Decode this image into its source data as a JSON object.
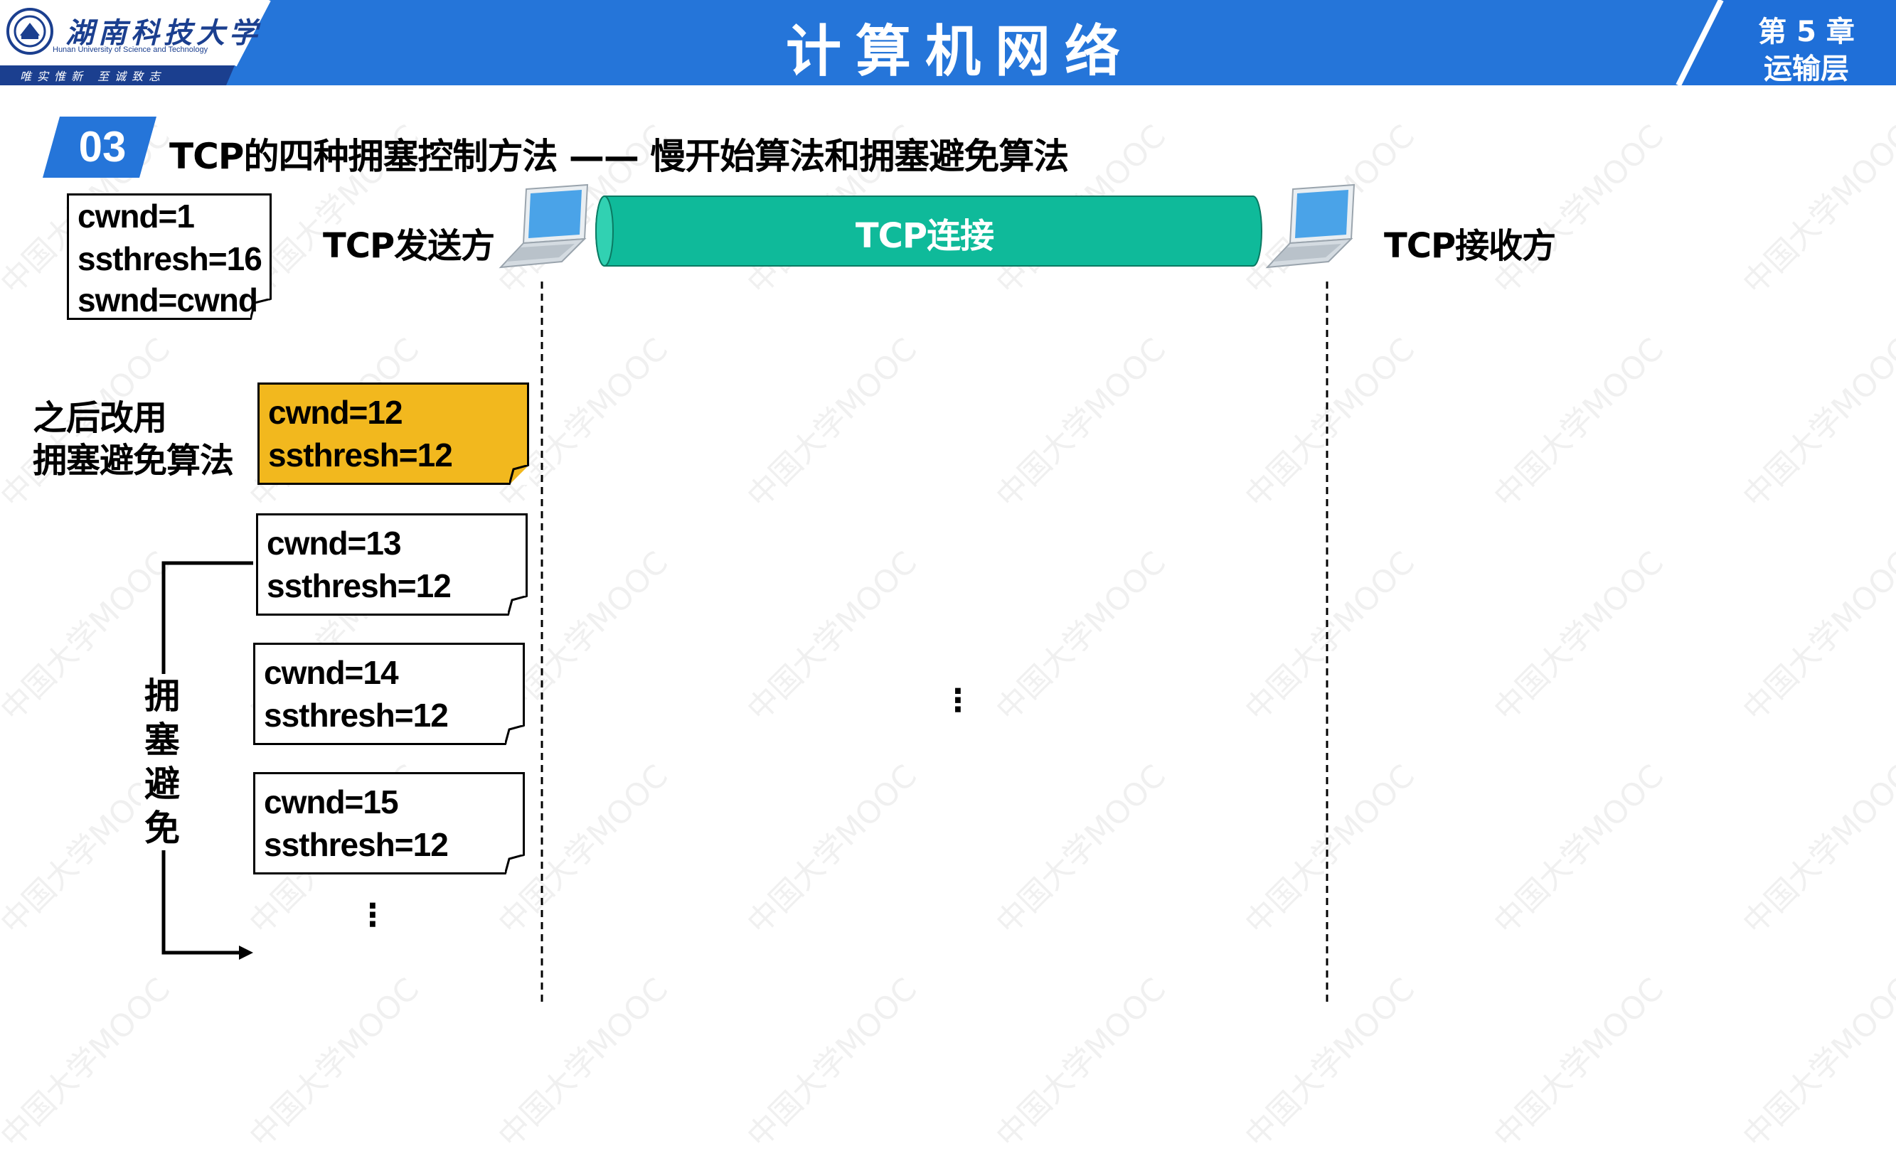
{
  "header": {
    "university_name": "湖南科技大学",
    "university_en": "Hunan University of Science and Technology",
    "motto": "唯实惟新  至诚致志",
    "course_title": "计算机网络",
    "chapter_label": "第 5 章",
    "chapter_name": "运输层",
    "colors": {
      "header_blue": "#2575d9",
      "dark_blue": "#1b3f8f"
    }
  },
  "section": {
    "number": "03",
    "title": "TCP的四种拥塞控制方法 —— 慢开始算法和拥塞避免算法"
  },
  "sender_label": "TCP发送方",
  "receiver_label": "TCP接收方",
  "connection_label": "TCP连接",
  "initial_state": {
    "lines": [
      "cwnd=1",
      "ssthresh=16",
      "swnd=cwnd"
    ]
  },
  "switch_note": {
    "line1": "之后改用",
    "line2": "拥塞避免算法"
  },
  "highlighted_state": {
    "lines": [
      "cwnd=12",
      "ssthresh=12"
    ],
    "color": "#f2b81e"
  },
  "avoidance_states": [
    {
      "lines": [
        "cwnd=13",
        "ssthresh=12"
      ]
    },
    {
      "lines": [
        "cwnd=14",
        "ssthresh=12"
      ]
    },
    {
      "lines": [
        "cwnd=15",
        "ssthresh=12"
      ]
    }
  ],
  "avoidance_label": "拥塞避免",
  "ellipsis": "⋮",
  "watermark": "中国大学MOOC",
  "colors": {
    "connection_teal": "#0fba9a",
    "laptop_screen": "#4aa3e8"
  }
}
